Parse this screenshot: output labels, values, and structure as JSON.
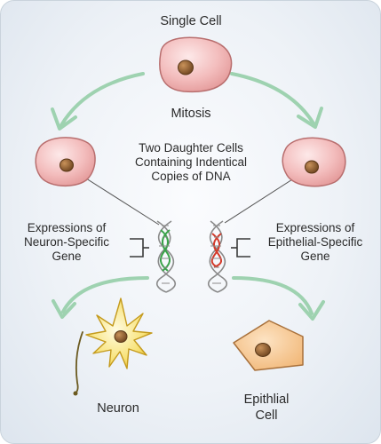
{
  "labels": {
    "single_cell": "Single Cell",
    "mitosis": "Mitosis",
    "daughter_line1": "Two Daughter Cells",
    "daughter_line2": "Containing Indentical",
    "daughter_line3": "Copies of DNA",
    "neuron_expr_line1": "Expressions of",
    "neuron_expr_line2": "Neuron-Specific",
    "neuron_expr_line3": "Gene",
    "epi_expr_line1": "Expressions of",
    "epi_expr_line2": "Epithelial-Specific",
    "epi_expr_line3": "Gene",
    "neuron": "Neuron",
    "epithelial_line1": "Epithlial",
    "epithelial_line2": "Cell"
  },
  "colors": {
    "background": "#eef2f7",
    "arrow": "#9ed2b0",
    "cell_fill": "#f1b9b9",
    "cell_stroke": "#b86e6e",
    "nucleus": "#8a5a2c",
    "neuron_fill": "#f7e16a",
    "epithelial_fill": "#f6c690",
    "dna_strand": "#8a8a8a",
    "neuron_gene": "#3aa34a",
    "epithelial_gene": "#d33a2a"
  }
}
